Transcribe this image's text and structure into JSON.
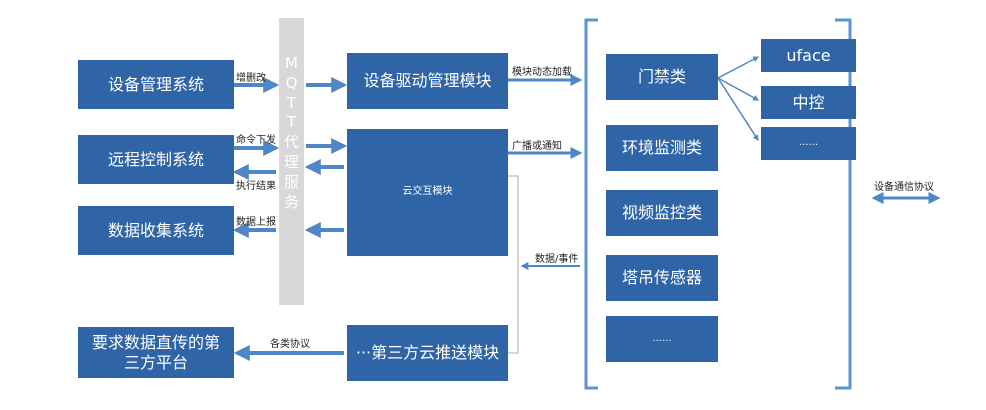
{
  "colors": {
    "box": "#2f64a7",
    "arrow": "#4f86c6",
    "bracket": "#5b93d0",
    "proxy_bar": "#d8d8d8"
  },
  "left_systems": {
    "device_mgmt": "设备管理系统",
    "remote_control": "远程控制系统",
    "data_collection": "数据收集系统",
    "third_party_platform": "要求数据直传的第三方平台"
  },
  "mqtt_proxy": {
    "chars": [
      "M",
      "Q",
      "T",
      "T",
      "代",
      "理",
      "服",
      "务"
    ]
  },
  "modules": {
    "driver_mgmt": "设备驱动管理模块",
    "cloud_interact": "云交互模块",
    "third_party_push": "···第三方云推送模块"
  },
  "device_types": {
    "door": "门禁类",
    "environment": "环境监测类",
    "video": "视频监控类",
    "crane": "塔吊传感器",
    "more": "......"
  },
  "door_devices": {
    "uface": "uface",
    "central": "中控",
    "more": "......"
  },
  "labels": {
    "add_delete_modify": "增删改",
    "command_issue": "命令下发",
    "exec_result": "执行结果",
    "data_report": "数据上报",
    "various_protocols": "各类协议",
    "module_dynamic_load": "模块动态加载",
    "broadcast_notify": "广播或通知",
    "data_event": "数据/事件",
    "device_comm_protocol": "设备通信协议"
  }
}
